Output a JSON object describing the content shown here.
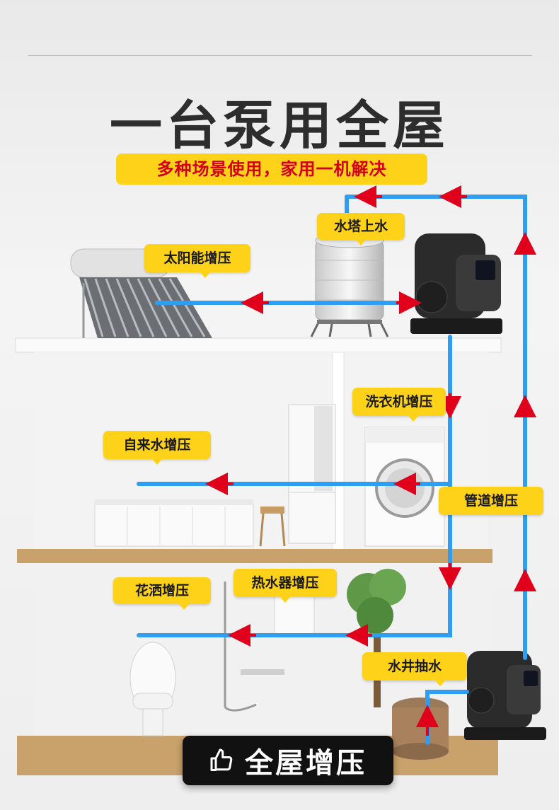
{
  "title": "一台泵用全屋",
  "subtitle": "多种场景使用，家用一机解决",
  "labels": {
    "water_tower": "水塔上水",
    "solar": "太阳能增压",
    "washer": "洗衣机增压",
    "tap_water": "自来水增压",
    "pipeline": "管道增压",
    "shower": "花洒增压",
    "water_heater": "热水器增压",
    "well": "水井抽水"
  },
  "badge": {
    "text": "全屋增压",
    "icon": "thumbs-up-icon"
  },
  "colors": {
    "accent": "#ffd21a",
    "pipe": "#2f9df0",
    "arrow": "#e0001b",
    "title": "#2d2d2d"
  }
}
